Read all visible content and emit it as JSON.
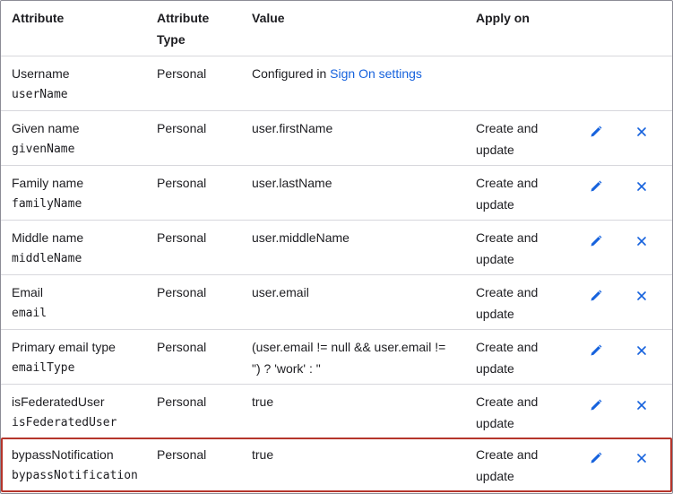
{
  "headers": {
    "attribute": "Attribute",
    "attribute_type_line1": "Attribute",
    "attribute_type_line2": "Type",
    "value": "Value",
    "apply_on": "Apply on"
  },
  "rows": [
    {
      "name": "Username",
      "variable": "userName",
      "type": "Personal",
      "value_prefix": "Configured in ",
      "value_link": "Sign On settings",
      "apply_on_line1": "",
      "apply_on_line2": "",
      "actions": false
    },
    {
      "name": "Given name",
      "variable": "givenName",
      "type": "Personal",
      "value_line1": "user.firstName",
      "apply_on_line1": "Create and",
      "apply_on_line2": "update",
      "actions": true
    },
    {
      "name": "Family name",
      "variable": "familyName",
      "type": "Personal",
      "value_line1": "user.lastName",
      "apply_on_line1": "Create and",
      "apply_on_line2": "update",
      "actions": true
    },
    {
      "name": "Middle name",
      "variable": "middleName",
      "type": "Personal",
      "value_line1": "user.middleName",
      "apply_on_line1": "Create and",
      "apply_on_line2": "update",
      "actions": true
    },
    {
      "name": "Email",
      "variable": "email",
      "type": "Personal",
      "value_line1": "user.email",
      "apply_on_line1": "Create and",
      "apply_on_line2": "update",
      "actions": true
    },
    {
      "name": "Primary email type",
      "variable": "emailType",
      "type": "Personal",
      "value_line1": "(user.email != null && user.email !=",
      "value_line2": "\") ? 'work' : \"",
      "apply_on_line1": "Create and",
      "apply_on_line2": "update",
      "actions": true
    },
    {
      "name": "isFederatedUser",
      "variable": "isFederatedUser",
      "type": "Personal",
      "value_line1": "true",
      "apply_on_line1": "Create and",
      "apply_on_line2": "update",
      "actions": true
    },
    {
      "name": "bypassNotification",
      "variable": "bypassNotification",
      "type": "Personal",
      "value_line1": "true",
      "apply_on_line1": "Create and",
      "apply_on_line2": "update",
      "actions": true,
      "highlighted": true
    }
  ],
  "icons": {
    "edit": "pencil-icon",
    "delete": "close-icon"
  },
  "colors": {
    "link": "#1662dd",
    "icon": "#1662dd",
    "highlight_border": "#b5352b",
    "divider": "#d7d7dc"
  }
}
